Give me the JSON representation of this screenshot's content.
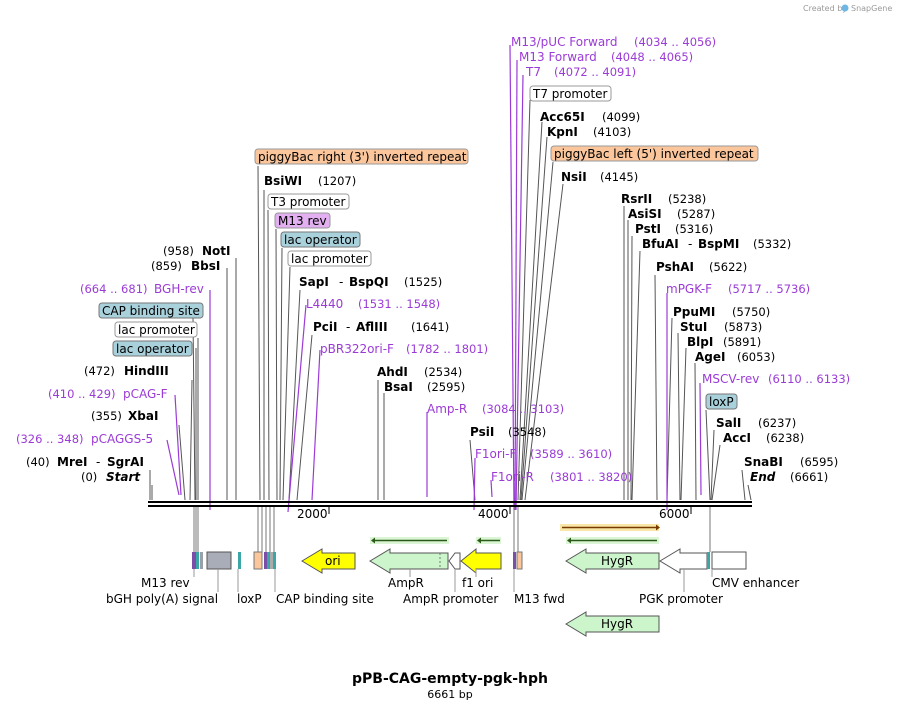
{
  "header": {
    "credit": "Created by",
    "brand": "SnapGene"
  },
  "plasmid": {
    "name": "pPB-CAG-empty-pgk-hph",
    "length_label": "6661 bp"
  },
  "axis": {
    "ticks": [
      "2000",
      "4000",
      "6000"
    ]
  },
  "features": {
    "mrei": "MreI",
    "dash1": "-",
    "sgrai": "SgrAI",
    "pos_mrei": "(40)",
    "start": "Start",
    "pos_start": "(0)",
    "end": "End",
    "pos_end": "(6661)",
    "snabi": "SnaBI",
    "pos_snabi": "(6595)",
    "xbai": "XbaI",
    "pos_xbai": "(355)",
    "pcaggs5": "pCAGGS-5",
    "pos_pcaggs5": "(326 .. 348)",
    "pcagf": "pCAG-F",
    "pos_pcagf": "(410 .. 429)",
    "hindiii": "HindIII",
    "pos_hindiii": "(472)",
    "lacop_left": "lac operator",
    "lacprom_left": "lac promoter",
    "cap_left": "CAP binding site",
    "bghrev": "BGH-rev",
    "pos_bghrev": "(664 .. 681)",
    "bbsi": "BbsI",
    "pos_bbsi": "(859)",
    "noti": "NotI",
    "pos_noti": "(958)",
    "pbright": "piggyBac right (3') inverted repeat",
    "bswi": "BsiWI",
    "pos_bswi": "(1207)",
    "t3prom": "T3 promoter",
    "m13rev_tag": "M13 rev",
    "lacop_mid": "lac operator",
    "lacprom_mid": "lac promoter",
    "sapi": "SapI",
    "dash2": "-",
    "bspqi": "BspQI",
    "pos_sapi": "(1525)",
    "l4440": "L4440",
    "pos_l4440": "(1531 .. 1548)",
    "pcii": "PciI",
    "dash3": "-",
    "afliii": "AflIII",
    "pos_pcii": "(1641)",
    "pbr322": "pBR322ori-F",
    "pos_pbr322": "(1782 .. 1801)",
    "ahdi": "AhdI",
    "pos_ahdi": "(2534)",
    "bsai": "BsaI",
    "pos_bsai": "(2595)",
    "ampr_primer": "Amp-R",
    "pos_ampr_primer": "(3084 .. 3103)",
    "psii": "PsiI",
    "pos_psii": "(3548)",
    "f1orif": "F1ori-F",
    "pos_f1orif": "(3589 .. 3610)",
    "f1orir": "F1ori-R",
    "pos_f1orir": "(3801 .. 3820)",
    "m13puc": "M13/pUC Forward",
    "pos_m13puc": "(4034 .. 4056)",
    "m13fwd_p": "M13 Forward",
    "pos_m13fwd_p": "(4048 .. 4065)",
    "t7": "T7",
    "pos_t7": "(4072 .. 4091)",
    "t7prom": "T7 promoter",
    "acc65i": "Acc65I",
    "pos_acc65i": "(4099)",
    "kpni": "KpnI",
    "pos_kpni": "(4103)",
    "pbleft": "piggyBac left (5') inverted repeat",
    "nsii": "NsiI",
    "pos_nsii": "(4145)",
    "rsrii": "RsrII",
    "pos_rsrii": "(5238)",
    "asisi": "AsiSI",
    "pos_asisi": "(5287)",
    "psti": "PstI",
    "pos_psti": "(5316)",
    "bfuai": "BfuAI",
    "dash4": "-",
    "bspmi": "BspMI",
    "pos_bfuai": "(5332)",
    "pshai": "PshAI",
    "pos_pshai": "(5622)",
    "mpgkf": "mPGK-F",
    "pos_mpgkf": "(5717 .. 5736)",
    "ppumi": "PpuMI",
    "pos_ppumi": "(5750)",
    "stui": "StuI",
    "pos_stui": "(5873)",
    "blpi": "BlpI",
    "pos_blpi": "(5891)",
    "agei": "AgeI",
    "pos_agei": "(6053)",
    "mscvrev": "MSCV-rev",
    "pos_mscvrev": "(6110 .. 6133)",
    "loxp_tag": "loxP",
    "sali": "SalI",
    "pos_sali": "(6237)",
    "acci": "AccI",
    "pos_acci": "(6238)"
  },
  "map_features": {
    "ori": "ori",
    "hygr1": "HygR",
    "hygr2": "HygR",
    "m13rev": "M13 rev",
    "bgh": "bGH poly(A) signal",
    "loxp": "loxP",
    "cap": "CAP binding site",
    "ampr": "AmpR",
    "ampr_prom": "AmpR promoter",
    "f1ori": "f1 ori",
    "m13fwd": "M13 fwd",
    "pgk": "PGK promoter",
    "cmv": "CMV enhancer"
  },
  "colors": {
    "primer": "#9b3bd6",
    "orange_box": "#fbc69b",
    "teal_box": "#a9d1dc",
    "purple_box": "#e2b0f0",
    "ori": "#ffff00",
    "green": "#ccf5cc"
  }
}
